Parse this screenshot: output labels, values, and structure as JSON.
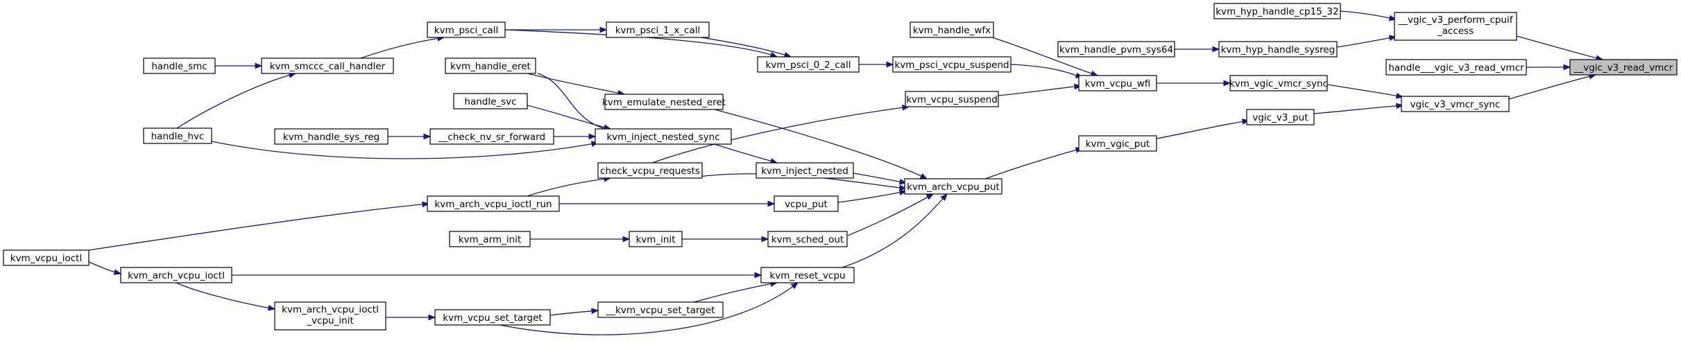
{
  "diagram": {
    "type": "call-graph",
    "colors": {
      "edge": "#191970",
      "node_border": "#000000",
      "node_fill": "#ffffff",
      "focus_fill": "#bfbfbf"
    },
    "nodes": [
      {
        "id": "vgic_v3_read_vmcr",
        "label": "__vgic_v3_read_vmcr",
        "focus": true
      },
      {
        "id": "vgic_v3_perform_cpuif_access",
        "label": "__vgic_v3_perform_cpuif",
        "label2": "_access"
      },
      {
        "id": "kvm_hyp_handle_cp15_32",
        "label": "kvm_hyp_handle_cp15_32"
      },
      {
        "id": "kvm_hyp_handle_sysreg",
        "label": "kvm_hyp_handle_sysreg"
      },
      {
        "id": "kvm_handle_pvm_sys64",
        "label": "kvm_handle_pvm_sys64"
      },
      {
        "id": "handle_vgic_v3_read_vmcr",
        "label": "handle___vgic_v3_read_vmcr"
      },
      {
        "id": "vgic_v3_vmcr_sync",
        "label": "vgic_v3_vmcr_sync"
      },
      {
        "id": "kvm_vgic_vmcr_sync",
        "label": "kvm_vgic_vmcr_sync"
      },
      {
        "id": "vgic_v3_put",
        "label": "vgic_v3_put"
      },
      {
        "id": "kvm_vgic_put",
        "label": "kvm_vgic_put"
      },
      {
        "id": "kvm_vcpu_wfi",
        "label": "kvm_vcpu_wfi"
      },
      {
        "id": "kvm_handle_wfx",
        "label": "kvm_handle_wfx"
      },
      {
        "id": "kvm_psci_vcpu_suspend",
        "label": "kvm_psci_vcpu_suspend"
      },
      {
        "id": "kvm_vcpu_suspend",
        "label": "kvm_vcpu_suspend"
      },
      {
        "id": "kvm_arch_vcpu_put",
        "label": "kvm_arch_vcpu_put"
      },
      {
        "id": "kvm_psci_0_2_call",
        "label": "kvm_psci_0_2_call"
      },
      {
        "id": "kvm_psci_1_x_call",
        "label": "kvm_psci_1_x_call"
      },
      {
        "id": "kvm_psci_call",
        "label": "kvm_psci_call"
      },
      {
        "id": "kvm_smccc_call_handler",
        "label": "kvm_smccc_call_handler"
      },
      {
        "id": "handle_smc",
        "label": "handle_smc"
      },
      {
        "id": "handle_hvc",
        "label": "handle_hvc"
      },
      {
        "id": "kvm_handle_eret",
        "label": "kvm_handle_eret"
      },
      {
        "id": "kvm_emulate_nested_eret",
        "label": "kvm_emulate_nested_eret"
      },
      {
        "id": "handle_svc",
        "label": "handle_svc"
      },
      {
        "id": "kvm_inject_nested_sync",
        "label": "kvm_inject_nested_sync"
      },
      {
        "id": "check_nv_sr_forward",
        "label": "__check_nv_sr_forward"
      },
      {
        "id": "kvm_handle_sys_reg",
        "label": "kvm_handle_sys_reg"
      },
      {
        "id": "kvm_inject_nested",
        "label": "kvm_inject_nested"
      },
      {
        "id": "check_vcpu_requests",
        "label": "check_vcpu_requests"
      },
      {
        "id": "vcpu_put",
        "label": "vcpu_put"
      },
      {
        "id": "kvm_arch_vcpu_ioctl_run",
        "label": "kvm_arch_vcpu_ioctl_run"
      },
      {
        "id": "kvm_sched_out",
        "label": "kvm_sched_out"
      },
      {
        "id": "kvm_init",
        "label": "kvm_init"
      },
      {
        "id": "kvm_arm_init",
        "label": "kvm_arm_init"
      },
      {
        "id": "kvm_reset_vcpu",
        "label": "kvm_reset_vcpu"
      },
      {
        "id": "kvm_vcpu_ioctl",
        "label": "kvm_vcpu_ioctl"
      },
      {
        "id": "kvm_arch_vcpu_ioctl",
        "label": "kvm_arch_vcpu_ioctl"
      },
      {
        "id": "kvm_arch_vcpu_ioctl_vcpu_init",
        "label": "kvm_arch_vcpu_ioctl",
        "label2": "_vcpu_init"
      },
      {
        "id": "kvm_vcpu_set_target",
        "label": "kvm_vcpu_set_target"
      },
      {
        "id": "vcpu_set_target",
        "label": "__kvm_vcpu_set_target"
      }
    ],
    "edges": [
      {
        "from": "vgic_v3_perform_cpuif_access",
        "to": "vgic_v3_read_vmcr"
      },
      {
        "from": "handle_vgic_v3_read_vmcr",
        "to": "vgic_v3_read_vmcr"
      },
      {
        "from": "vgic_v3_vmcr_sync",
        "to": "vgic_v3_read_vmcr"
      },
      {
        "from": "kvm_hyp_handle_cp15_32",
        "to": "vgic_v3_perform_cpuif_access"
      },
      {
        "from": "kvm_hyp_handle_sysreg",
        "to": "vgic_v3_perform_cpuif_access"
      },
      {
        "from": "kvm_handle_pvm_sys64",
        "to": "kvm_hyp_handle_sysreg"
      },
      {
        "from": "kvm_vgic_vmcr_sync",
        "to": "vgic_v3_vmcr_sync"
      },
      {
        "from": "vgic_v3_put",
        "to": "vgic_v3_vmcr_sync"
      },
      {
        "from": "kvm_vcpu_wfi",
        "to": "kvm_vgic_vmcr_sync"
      },
      {
        "from": "kvm_vgic_put",
        "to": "vgic_v3_put"
      },
      {
        "from": "kvm_arch_vcpu_put",
        "to": "kvm_vgic_put"
      },
      {
        "from": "kvm_handle_wfx",
        "to": "kvm_vcpu_wfi"
      },
      {
        "from": "kvm_psci_vcpu_suspend",
        "to": "kvm_vcpu_wfi"
      },
      {
        "from": "kvm_vcpu_suspend",
        "to": "kvm_vcpu_wfi"
      },
      {
        "from": "kvm_psci_0_2_call",
        "to": "kvm_psci_vcpu_suspend"
      },
      {
        "from": "check_vcpu_requests",
        "to": "kvm_vcpu_suspend"
      },
      {
        "from": "kvm_psci_1_x_call",
        "to": "kvm_psci_0_2_call"
      },
      {
        "from": "kvm_psci_call",
        "to": "kvm_psci_0_2_call"
      },
      {
        "from": "kvm_psci_call",
        "to": "kvm_psci_1_x_call"
      },
      {
        "from": "kvm_smccc_call_handler",
        "to": "kvm_psci_call"
      },
      {
        "from": "handle_smc",
        "to": "kvm_smccc_call_handler"
      },
      {
        "from": "handle_hvc",
        "to": "kvm_smccc_call_handler"
      },
      {
        "from": "kvm_emulate_nested_eret",
        "to": "kvm_arch_vcpu_put"
      },
      {
        "from": "kvm_inject_nested",
        "to": "kvm_arch_vcpu_put"
      },
      {
        "from": "vcpu_put",
        "to": "kvm_arch_vcpu_put"
      },
      {
        "from": "kvm_sched_out",
        "to": "kvm_arch_vcpu_put"
      },
      {
        "from": "kvm_reset_vcpu",
        "to": "kvm_arch_vcpu_put"
      },
      {
        "from": "check_vcpu_requests",
        "to": "kvm_arch_vcpu_put"
      },
      {
        "from": "kvm_handle_eret",
        "to": "kvm_emulate_nested_eret"
      },
      {
        "from": "kvm_handle_eret",
        "to": "kvm_inject_nested_sync"
      },
      {
        "from": "handle_svc",
        "to": "kvm_inject_nested_sync"
      },
      {
        "from": "check_nv_sr_forward",
        "to": "kvm_inject_nested_sync"
      },
      {
        "from": "handle_hvc",
        "to": "kvm_inject_nested_sync"
      },
      {
        "from": "kvm_handle_sys_reg",
        "to": "check_nv_sr_forward"
      },
      {
        "from": "kvm_inject_nested_sync",
        "to": "kvm_inject_nested"
      },
      {
        "from": "kvm_arch_vcpu_ioctl_run",
        "to": "check_vcpu_requests"
      },
      {
        "from": "kvm_arch_vcpu_ioctl_run",
        "to": "vcpu_put"
      },
      {
        "from": "kvm_vcpu_ioctl",
        "to": "kvm_arch_vcpu_ioctl_run"
      },
      {
        "from": "kvm_init",
        "to": "kvm_sched_out"
      },
      {
        "from": "kvm_arm_init",
        "to": "kvm_init"
      },
      {
        "from": "kvm_arch_vcpu_ioctl",
        "to": "kvm_reset_vcpu"
      },
      {
        "from": "vcpu_set_target",
        "to": "kvm_reset_vcpu"
      },
      {
        "from": "kvm_vcpu_set_target",
        "to": "kvm_reset_vcpu"
      },
      {
        "from": "kvm_vcpu_ioctl",
        "to": "kvm_arch_vcpu_ioctl"
      },
      {
        "from": "kvm_arch_vcpu_ioctl",
        "to": "kvm_arch_vcpu_ioctl_vcpu_init"
      },
      {
        "from": "kvm_arch_vcpu_ioctl_vcpu_init",
        "to": "kvm_vcpu_set_target"
      },
      {
        "from": "kvm_vcpu_set_target",
        "to": "vcpu_set_target"
      }
    ]
  }
}
